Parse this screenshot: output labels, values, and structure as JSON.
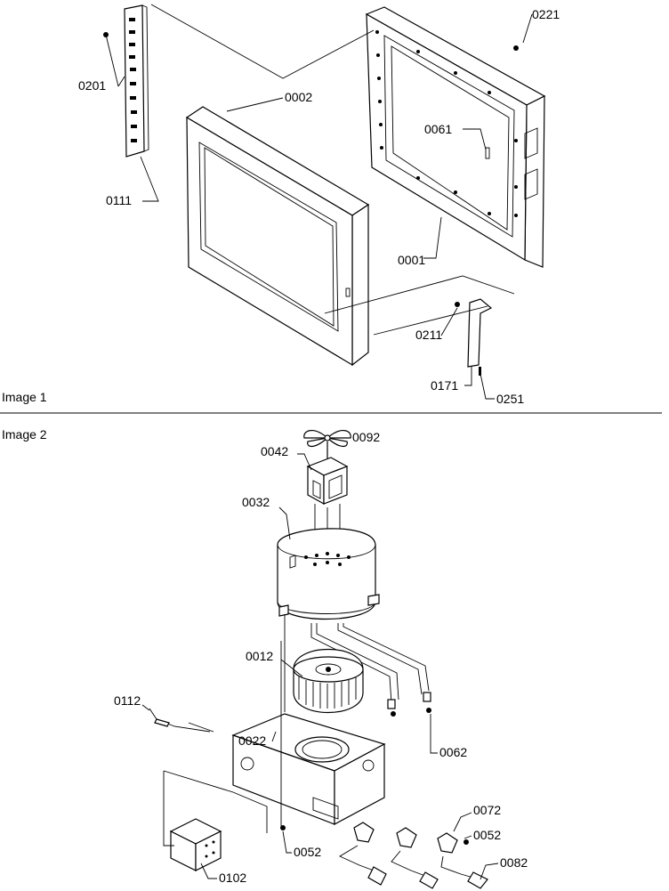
{
  "panels": [
    {
      "caption": "Image 1"
    },
    {
      "caption": "Image 2"
    }
  ],
  "callouts": {
    "p0201": "0201",
    "p0111": "0111",
    "p0002": "0002",
    "p0221": "0221",
    "p0061": "0061",
    "p0001": "0001",
    "p0211": "0211",
    "p0171": "0171",
    "p0251": "0251",
    "p0092": "0092",
    "p0042": "0042",
    "p0032": "0032",
    "p0012": "0012",
    "p0112": "0112",
    "p0022": "0022",
    "p0062": "0062",
    "p0072": "0072",
    "p0052a": "0052",
    "p0052b": "0052",
    "p0082": "0082",
    "p0102": "0102"
  }
}
